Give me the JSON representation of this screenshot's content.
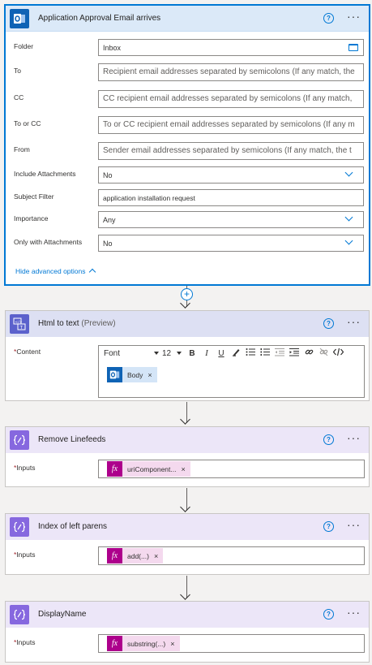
{
  "trigger": {
    "title": "Application Approval Email arrives",
    "help": "?",
    "more": "···",
    "fields": [
      {
        "label": "Folder",
        "value": "Inbox",
        "placeholder": false,
        "control": "folder"
      },
      {
        "label": "To",
        "value": "Recipient email addresses separated by semicolons (If any match, the",
        "placeholder": true,
        "control": "text"
      },
      {
        "label": "CC",
        "value": "CC recipient email addresses separated by semicolons (If any match,",
        "placeholder": true,
        "control": "text"
      },
      {
        "label": "To or CC",
        "value": "To or CC recipient email addresses separated by semicolons (If any m",
        "placeholder": true,
        "control": "text"
      },
      {
        "label": "From",
        "value": "Sender email addresses separated by semicolons (If any match, the t",
        "placeholder": true,
        "control": "text"
      },
      {
        "label": "Include Attachments",
        "value": "No",
        "placeholder": false,
        "control": "dropdown"
      },
      {
        "label": "Subject Filter",
        "value": "application installation request",
        "placeholder": false,
        "control": "text"
      },
      {
        "label": "Importance",
        "value": "Any",
        "placeholder": false,
        "control": "dropdown"
      },
      {
        "label": "Only with Attachments",
        "value": "No",
        "placeholder": false,
        "control": "dropdown"
      }
    ],
    "advanced_link": "Hide advanced options"
  },
  "insert_step": "+",
  "html_to_text": {
    "title": "Html to text",
    "title_suffix": "(Preview)",
    "help": "?",
    "more": "···",
    "field_label": "Content",
    "required_mark": "*",
    "toolbar": {
      "font": "Font",
      "size": "12",
      "bold": "B",
      "italic": "I",
      "underline": "U"
    },
    "token": {
      "label": "Body",
      "remove": "×",
      "icon": "outlook-icon"
    }
  },
  "steps": [
    {
      "title": "Remove Linefeeds",
      "help": "?",
      "more": "···",
      "required_mark": "*",
      "field_label": "Inputs",
      "token": "uriComponent...",
      "remove": "×"
    },
    {
      "title": "Index of left parens",
      "help": "?",
      "more": "···",
      "required_mark": "*",
      "field_label": "Inputs",
      "token": "add(...)",
      "remove": "×"
    },
    {
      "title": "DisplayName",
      "help": "?",
      "more": "···",
      "required_mark": "*",
      "field_label": "Inputs",
      "token": "substring(...)",
      "remove": "×"
    }
  ],
  "colors": {
    "accent": "#0078d4",
    "outlook": "#0f63b5",
    "compose": "#8668df",
    "html": "#5b61cc",
    "expression": "#ad008c"
  }
}
